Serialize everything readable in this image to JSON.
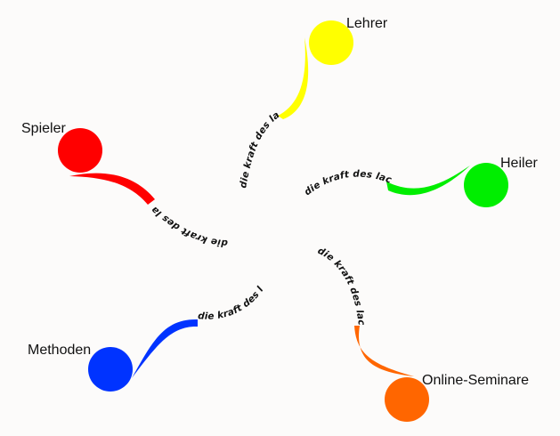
{
  "diagram": {
    "shared_text": "die kraft des lachens",
    "nodes": [
      {
        "id": "lehrer",
        "label": "Lehrer",
        "color": "#ffff00"
      },
      {
        "id": "spieler",
        "label": "Spieler",
        "color": "#ff0000"
      },
      {
        "id": "heiler",
        "label": "Heiler",
        "color": "#00ee00"
      },
      {
        "id": "methoden",
        "label": "Methoden",
        "color": "#0033ff"
      },
      {
        "id": "online-seminare",
        "label": "Online-Seminare",
        "color": "#ff6600"
      }
    ]
  }
}
